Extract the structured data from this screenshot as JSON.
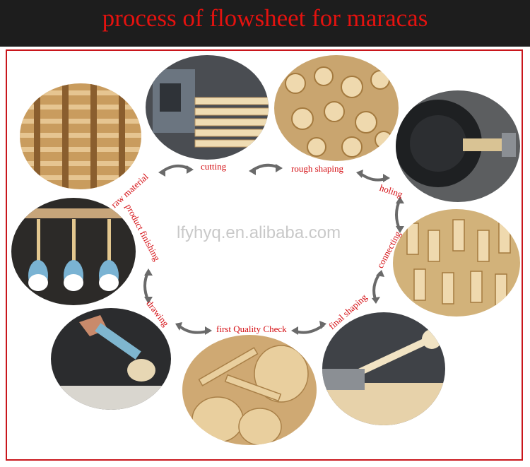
{
  "header": {
    "title": "process of flowsheet for maracas"
  },
  "watermark": "lfyhyq.en.alibaba.com",
  "steps": {
    "raw_material": "raw material",
    "cutting": "cutting",
    "rough_shaping": "rough shaping",
    "holing": "holing",
    "connecting": "connecting",
    "final_shaping": "final shaping",
    "first_quality_check": "first Quality Check",
    "drawing": "drawing",
    "product_finishing": "product finishing"
  },
  "colors": {
    "header_bg": "#1d1d1d",
    "title": "#e4120f",
    "label": "#d40d12",
    "frame": "#c9161c"
  }
}
